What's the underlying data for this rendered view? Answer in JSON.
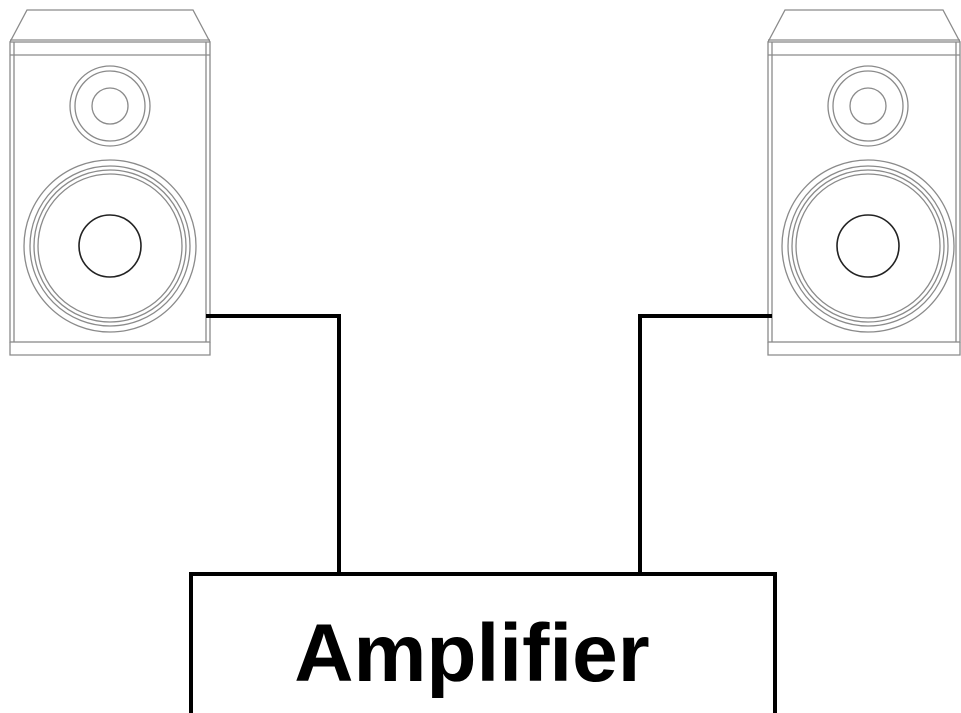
{
  "amplifier": {
    "label": "Amplifier"
  },
  "colors": {
    "background": "#ffffff",
    "wire": "#000000",
    "speaker_outline": "#8a8a8a",
    "amplifier_border": "#000000",
    "amplifier_text": "#000000"
  },
  "components": {
    "speakers": [
      "left-speaker",
      "right-speaker"
    ],
    "connections": [
      "left-speaker-wire",
      "right-speaker-wire"
    ]
  }
}
